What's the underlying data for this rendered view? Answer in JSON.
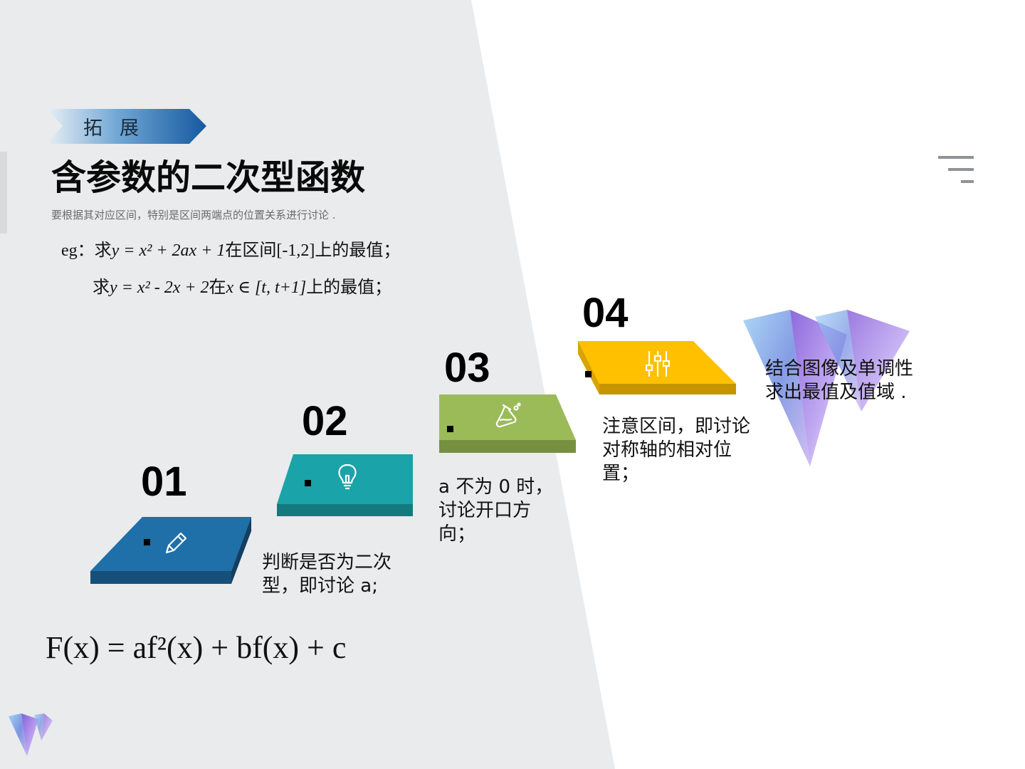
{
  "header": {
    "tag": "拓展",
    "title": "含参数的二次型函数",
    "subtitle": "要根据其对应区间，特别是区间两端点的位置关系进行讨论 ."
  },
  "examples": {
    "line1": {
      "prefix": "eg：求",
      "expr": "y = x² + 2ax + 1",
      "mid": "在区间",
      "interval": "[-1,2]",
      "suffix": "上的最值；"
    },
    "line2": {
      "prefix": "求",
      "expr": "y = x² - 2x + 2",
      "mid": "在",
      "interval": "x ∈ [t, t+1]",
      "suffix": "上的最值；"
    }
  },
  "formula": "F(x) = af²(x) + bf(x) + c",
  "steps": [
    {
      "number": "01",
      "text": "判断是否为二次型，即讨论 a;",
      "icon": "pencil-icon",
      "color": "#1f6fa8"
    },
    {
      "number": "02",
      "text": "a 不为 0 时，讨论开口方向；",
      "icon": "lightbulb-icon",
      "color": "#1aa3a8"
    },
    {
      "number": "03",
      "text": "注意区间，即讨论对称轴的相对位置；",
      "icon": "flask-icon",
      "color": "#9bbb59"
    },
    {
      "number": "04",
      "text": "结合图像及单调性求出最值及值域 .",
      "icon": "sliders-icon",
      "color": "#ffc000"
    }
  ],
  "menu_icon": "menu-icon",
  "colors": {
    "background_panel": "#e9ebed",
    "tag_blue": "#1e6fb3"
  }
}
